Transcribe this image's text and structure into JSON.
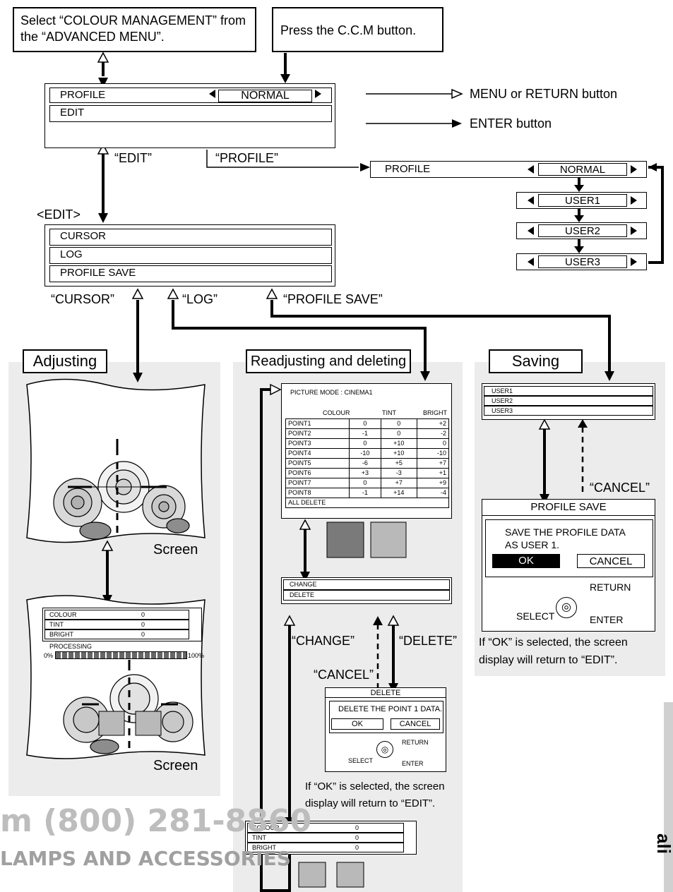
{
  "top_note_1": "Select “COLOUR MANAGEMENT” from the “ADVANCED MENU”.",
  "top_note_2": "Press the C.C.M button.",
  "main_menu": {
    "profile_label": "PROFILE",
    "profile_value": "NORMAL",
    "edit_label": "EDIT"
  },
  "legend": {
    "outline_arrow": "MENU or RETURN button",
    "solid_arrow": "ENTER button"
  },
  "labels": {
    "edit_q": "“EDIT”",
    "profile_q": "“PROFILE”",
    "edit_heading": "<EDIT>",
    "cursor_q": "“CURSOR”",
    "log_q": "“LOG”",
    "profile_save_q": "“PROFILE SAVE”",
    "cancel_q": "“CANCEL”",
    "change_q": "“CHANGE”",
    "delete_q": "“DELETE”",
    "cancel_q2": "“CANCEL”"
  },
  "profile_cycle": {
    "label": "PROFILE",
    "options": [
      "NORMAL",
      "USER1",
      "USER2",
      "USER3"
    ]
  },
  "edit_menu": [
    "CURSOR",
    "LOG",
    "PROFILE SAVE"
  ],
  "sections": {
    "adjusting": "Adjusting",
    "readjusting": "Readjusting and deleting",
    "saving": "Saving"
  },
  "screen_label": "Screen",
  "adjust_panel": {
    "rows": [
      {
        "label": "COLOUR",
        "value": "0"
      },
      {
        "label": "TINT",
        "value": "0"
      },
      {
        "label": "BRIGHT",
        "value": "0"
      }
    ],
    "processing": "PROCESSING",
    "min": "0%",
    "max": "100%"
  },
  "log": {
    "picture_mode": "PICTURE MODE : CINEMA1",
    "headers": [
      "",
      "COLOUR",
      "TINT",
      "BRIGHT"
    ],
    "rows": [
      [
        "POINT1",
        "0",
        "0",
        "+2"
      ],
      [
        "POINT2",
        "-1",
        "0",
        "-2"
      ],
      [
        "POINT3",
        "0",
        "+10",
        "0"
      ],
      [
        "POINT4",
        "-10",
        "+10",
        "-10"
      ],
      [
        "POINT5",
        "-6",
        "+5",
        "+7"
      ],
      [
        "POINT6",
        "+3",
        "-3",
        "+1"
      ],
      [
        "POINT7",
        "0",
        "+7",
        "+9"
      ],
      [
        "POINT8",
        "-1",
        "+14",
        "-4"
      ]
    ],
    "all_delete": "ALL DELETE"
  },
  "change_delete_menu": [
    "CHANGE",
    "DELETE"
  ],
  "delete_dialog": {
    "title": "DELETE",
    "message": "DELETE THE POINT 1 DATA.",
    "ok": "OK",
    "cancel": "CANCEL",
    "select": "SELECT",
    "return": "RETURN",
    "enter": "ENTER"
  },
  "delete_note": "If “OK” is selected, the screen display will return to “EDIT”.",
  "bottom_panel": {
    "rows": [
      {
        "label": "COLOUR",
        "value": "0"
      },
      {
        "label": "TINT",
        "value": "0"
      },
      {
        "label": "BRIGHT",
        "value": "0"
      }
    ]
  },
  "save_users": [
    "USER1",
    "USER2",
    "USER3"
  ],
  "save_dialog": {
    "title": "PROFILE SAVE",
    "message_1": "SAVE THE PROFILE DATA",
    "message_2": "AS USER 1.",
    "ok": "OK",
    "cancel": "CANCEL",
    "select": "SELECT",
    "return": "RETURN",
    "enter": "ENTER"
  },
  "save_note": "If “OK” is selected, the screen display will return to “EDIT”.",
  "watermark_1": "m (800) 281-8860",
  "watermark_2": "LAMPS AND ACCESSORIES",
  "side_tab_text": "ali",
  "colors": {
    "panel_gray": "#ececec",
    "swatch_dark": "#7a7a7a",
    "swatch_light": "#b9b9b9"
  }
}
